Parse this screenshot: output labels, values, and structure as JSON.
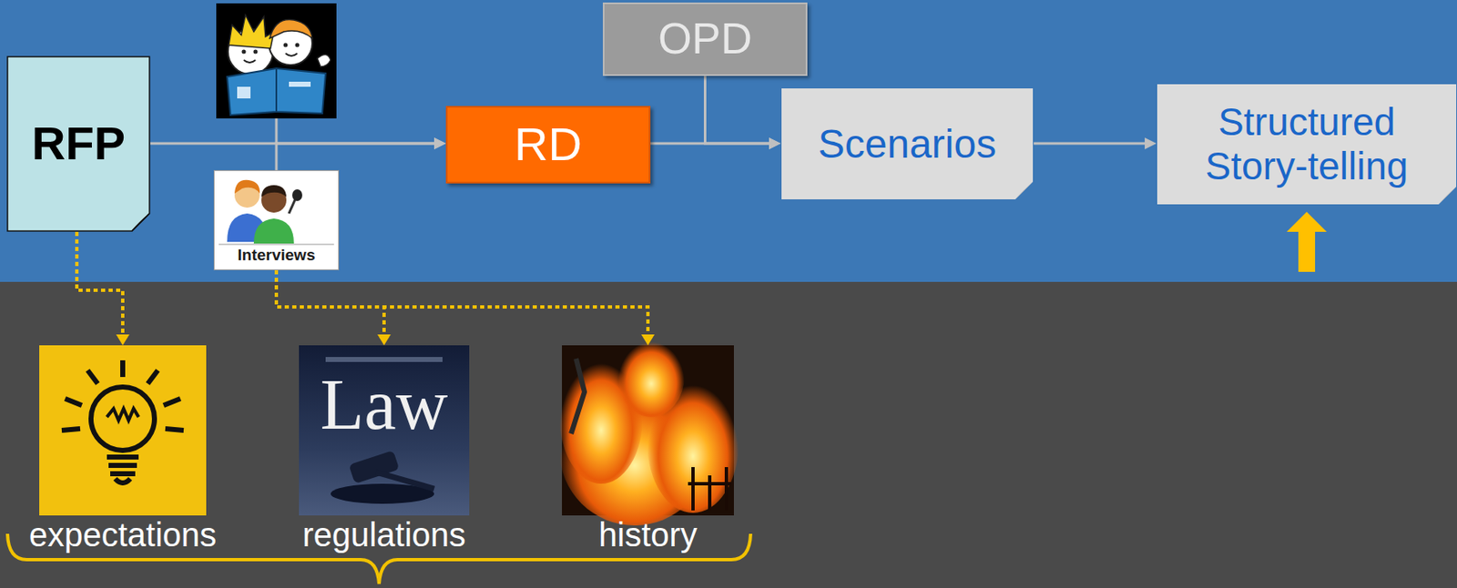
{
  "diagram": {
    "nodes": [
      {
        "text": [
          "RFP"
        ]
      },
      {
        "text": [
          "Interviews"
        ]
      },
      {
        "text": [
          "RD"
        ]
      },
      {
        "text": [
          "OPD"
        ]
      },
      {
        "text": [
          "Scenarios"
        ]
      },
      {
        "text": [
          "Structured Story-telling"
        ]
      },
      {
        "text": [
          "expectations"
        ]
      },
      {
        "text": [
          "regulations"
        ]
      },
      {
        "text": [
          "history"
        ]
      }
    ],
    "edges": [
      {
        "from": 0,
        "to": 2,
        "arrow": "to"
      },
      {
        "from": 1,
        "to": 2,
        "arrow": "to"
      },
      {
        "from": 2,
        "to": 4,
        "arrow": "to"
      },
      {
        "from": 3,
        "to": 4,
        "arrow": "to"
      },
      {
        "from": 4,
        "to": 5,
        "arrow": "to"
      },
      {
        "from": 0,
        "to": 6,
        "arrow": "to"
      },
      {
        "from": 1,
        "to": 7,
        "arrow": "to"
      },
      {
        "from": 1,
        "to": 8,
        "arrow": "to"
      }
    ],
    "labels": [
      "Law"
    ]
  }
}
